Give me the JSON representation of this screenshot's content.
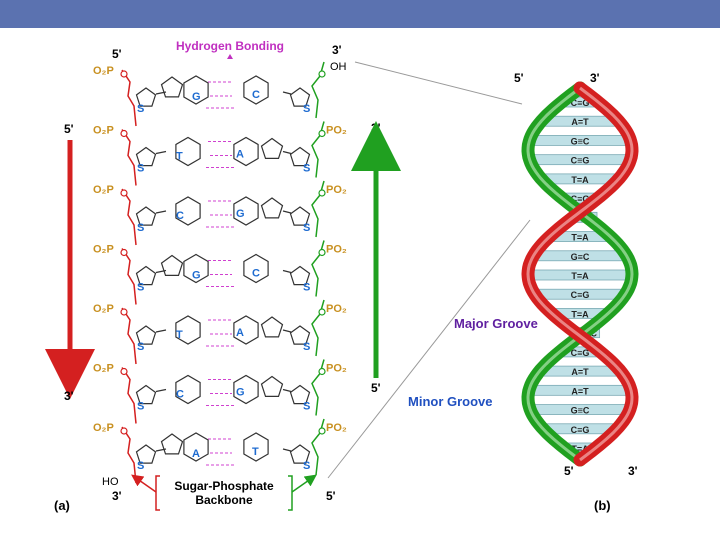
{
  "header": {
    "bar_color": "#5b72b0"
  },
  "colors": {
    "strand_left": "#d42020",
    "strand_right": "#20a020",
    "phosphate": "#c89020",
    "sugar_label": "#1e6bd0",
    "base_label": "#1e6bd0",
    "hbond": "#d040d0",
    "title_magenta": "#c030c0",
    "groove_major": "#6020a0",
    "groove_minor": "#2050c0"
  },
  "panel_a": {
    "label": "(a)",
    "hbond_title": "Hydrogen Bonding",
    "top_left_end": "5'",
    "top_right_end": "3'",
    "top_right_group": "OH",
    "left_arrow_top": "5'",
    "left_arrow_bottom": "3'",
    "right_arrow_top": "3'",
    "right_arrow_bottom": "5'",
    "bottom_left_group": "HO",
    "bottom_left_end": "3'",
    "bottom_right_end": "5'",
    "backbone_label_1": "Sugar-Phosphate",
    "backbone_label_2": "Backbone",
    "phosphate_left": "O₂P",
    "phosphate_right": "PO₂",
    "sugar": "S",
    "pairs": [
      {
        "left": "G",
        "right": "C"
      },
      {
        "left": "T",
        "right": "A"
      },
      {
        "left": "C",
        "right": "G"
      },
      {
        "left": "G",
        "right": "C"
      },
      {
        "left": "T",
        "right": "A"
      },
      {
        "left": "C",
        "right": "G"
      },
      {
        "left": "A",
        "right": "T"
      }
    ]
  },
  "panel_b": {
    "label": "(b)",
    "top_left_end": "5'",
    "top_right_end": "3'",
    "bottom_left_end": "5'",
    "bottom_right_end": "3'",
    "major_groove": "Major Groove",
    "minor_groove": "Minor Groove",
    "rungs": [
      "C≡G",
      "A=T",
      "G≡C",
      "C≡G",
      "T=A",
      "C≡G",
      "A=T",
      "T=A",
      "G≡C",
      "T=A",
      "C≡G",
      "T=A",
      "G≡C",
      "C≡G",
      "A=T",
      "A=T",
      "G≡C",
      "C≡G",
      "T=A"
    ]
  }
}
